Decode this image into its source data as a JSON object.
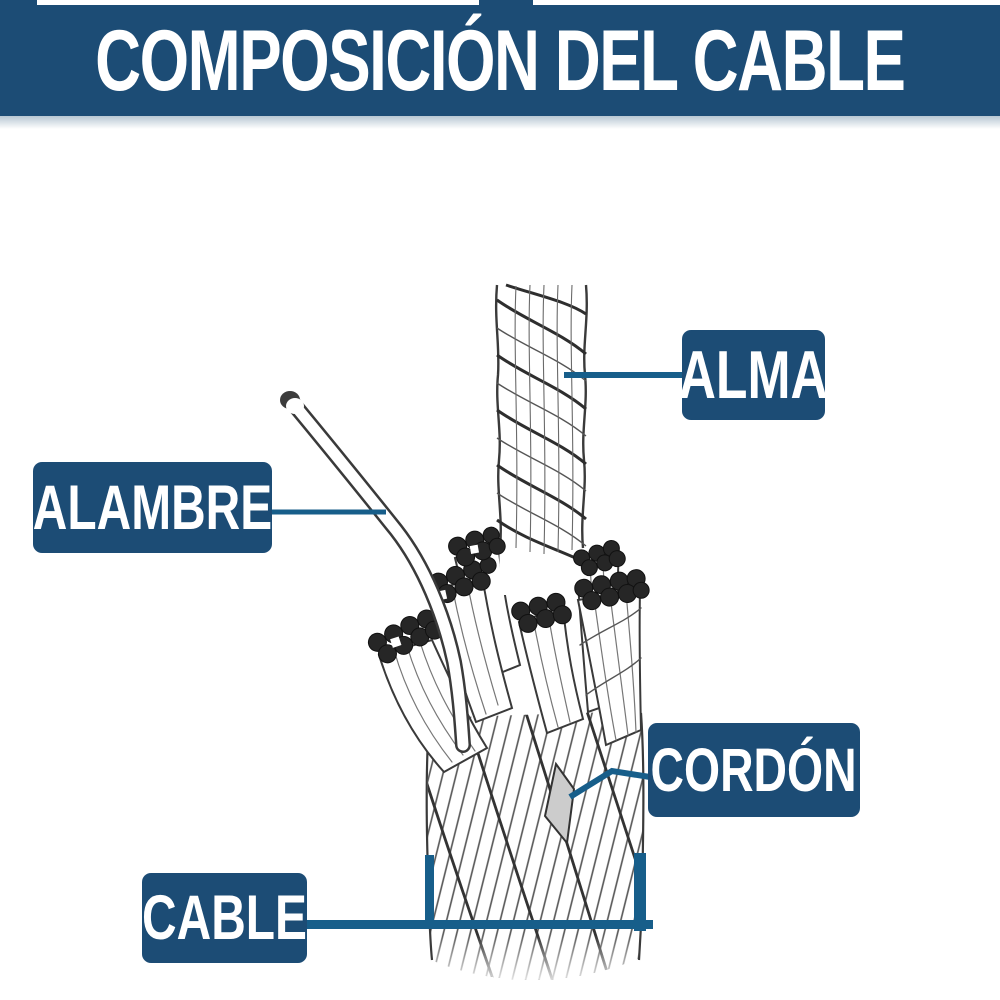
{
  "header": {
    "title": "COMPOSICIÓN DEL CABLE"
  },
  "callouts": {
    "alma": {
      "label": "ALMA"
    },
    "alambre": {
      "label": "ALAMBRE"
    },
    "cordon": {
      "label": "CORDÓN"
    },
    "cable": {
      "label": "CABLE"
    }
  },
  "illustration": {
    "subject": "wire rope cutaway line drawing",
    "labeled_parts": [
      "ALMA",
      "ALAMBRE",
      "CORDÓN",
      "CABLE"
    ]
  },
  "colors": {
    "banner_bg": "#1c4c75",
    "callout_bg": "#1c4c75",
    "pointer_line": "#175e8a",
    "banner_strip": "#b7c7d3",
    "line_art_ink": "#3a3a3a",
    "wire_end_dark": "#262626",
    "cordon_highlight_fill": "#cccccc",
    "text": "#ffffff",
    "background": "#ffffff"
  }
}
